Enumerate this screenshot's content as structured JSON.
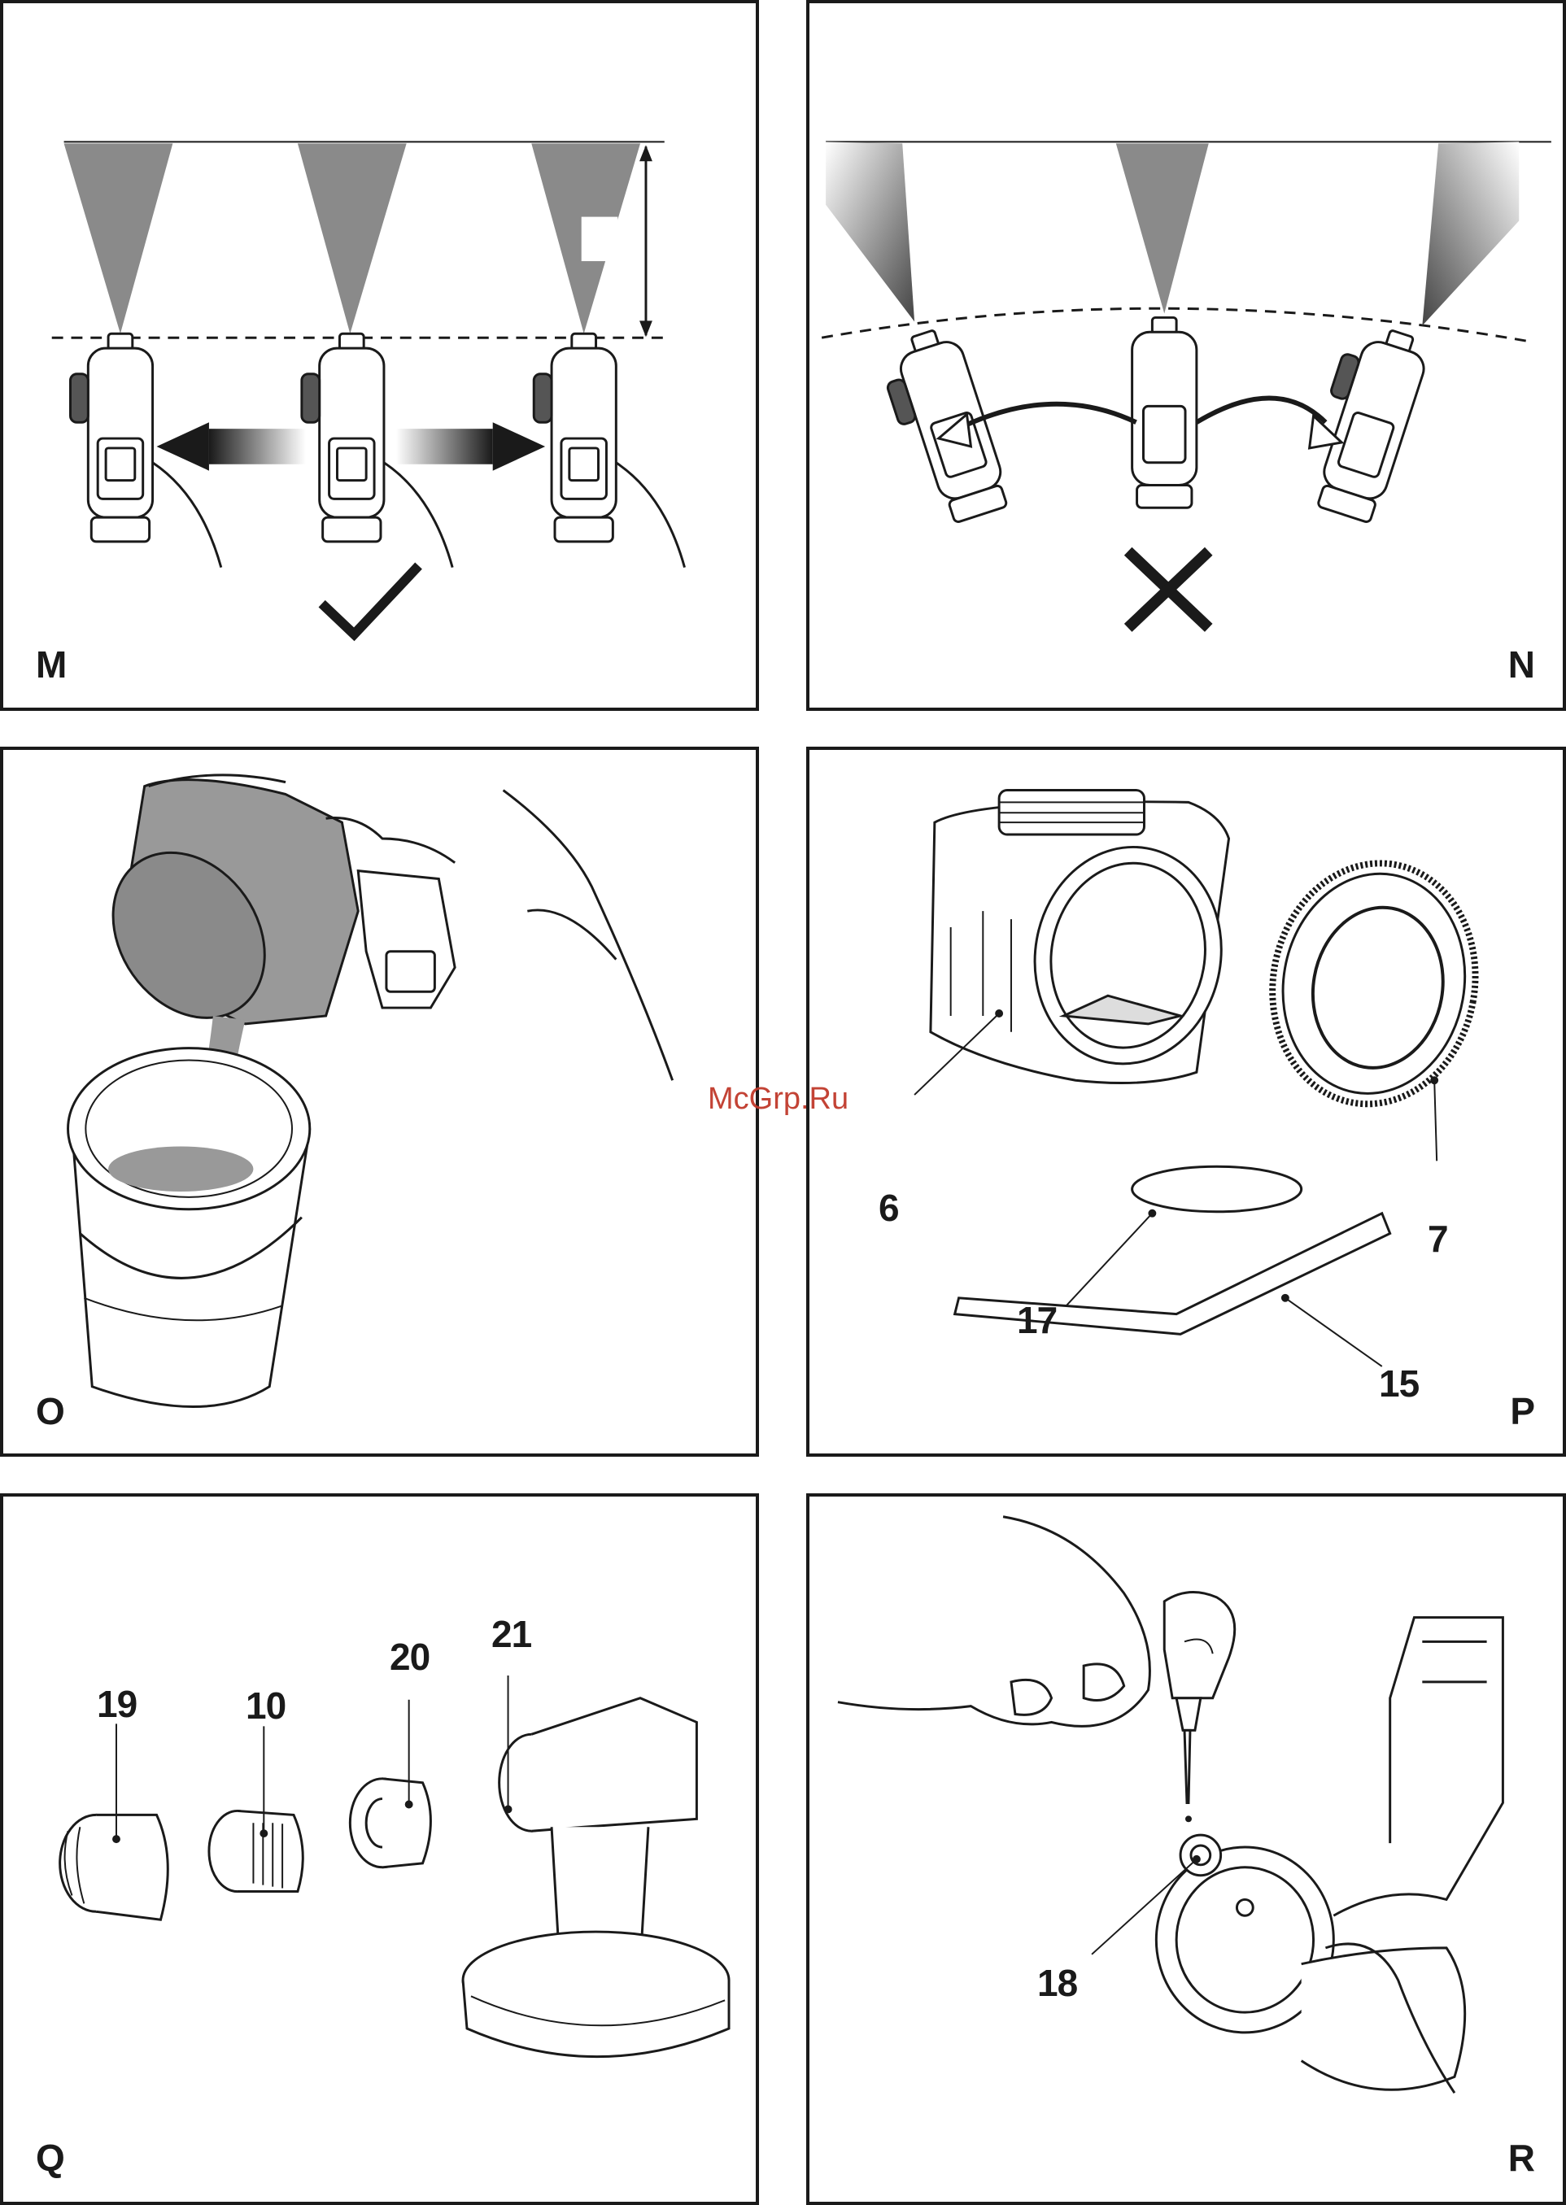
{
  "panels": {
    "M": {
      "letter": "M"
    },
    "N": {
      "letter": "N"
    },
    "O": {
      "letter": "O"
    },
    "P": {
      "letter": "P",
      "callouts": {
        "c6": "6",
        "c7": "7",
        "c17": "17",
        "c15": "15"
      }
    },
    "Q": {
      "letter": "Q",
      "callouts": {
        "c19": "19",
        "c10": "10",
        "c20": "20",
        "c21": "21"
      }
    },
    "R": {
      "letter": "R",
      "callouts": {
        "c18": "18"
      }
    }
  },
  "watermark": "McGrp.Ru",
  "colors": {
    "ink": "#1a1a1a",
    "spray": "#8a8a8a",
    "paint": "#999999",
    "watermark": "#c0392b"
  },
  "icons": {
    "M": "checkmark-icon",
    "N": "cross-icon"
  }
}
